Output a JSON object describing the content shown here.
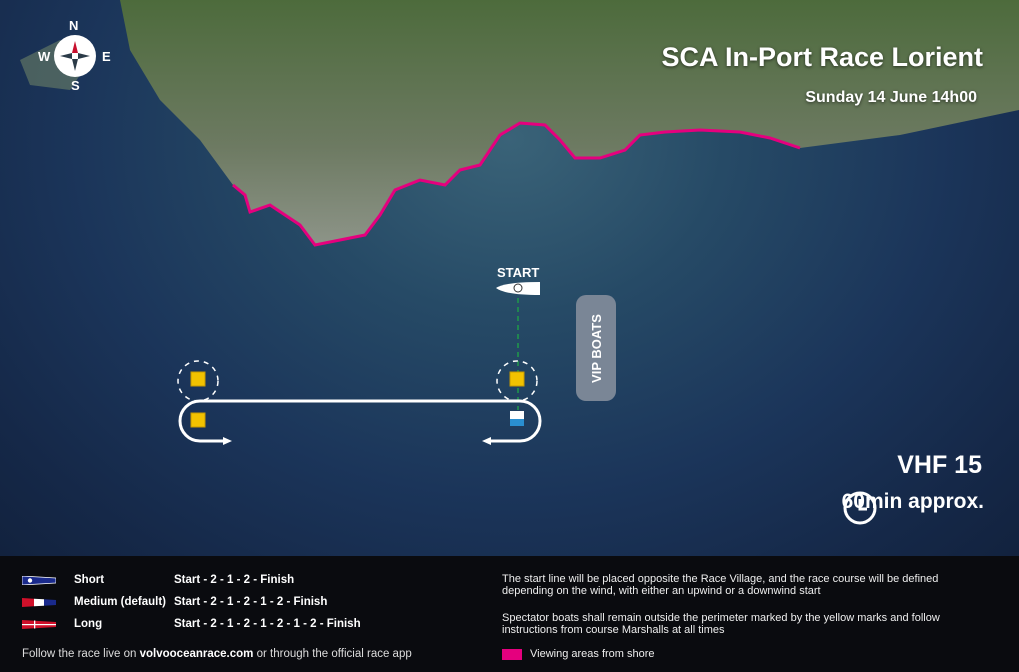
{
  "header": {
    "title": "SCA In-Port Race Lorient",
    "date": "Sunday 14 June 14h00"
  },
  "compass": {
    "n": "N",
    "s": "S",
    "e": "E",
    "w": "W"
  },
  "course": {
    "start_label": "START",
    "vip_label": "VIP BOATS"
  },
  "info": {
    "vhf": "VHF 15",
    "duration": "60min approx."
  },
  "colors": {
    "viewing": "#e5007e",
    "mark": "#f2c200",
    "start_line": "#1f9a4a"
  },
  "legend": {
    "courses": [
      {
        "name": "Short",
        "sequence": "Start - 2 - 1 - 2 - Finish",
        "flag": "blue-pennant"
      },
      {
        "name": "Medium (default)",
        "sequence": "Start - 2 - 1 - 2 - 1 - 2 - Finish",
        "flag": "red-white-blue-pennant"
      },
      {
        "name": "Long",
        "sequence": "Start - 2 - 1 - 2 - 1 - 2 - 1 - 2 - Finish",
        "flag": "red-white-cross-pennant"
      }
    ],
    "follow_prefix": "Follow the race live on ",
    "follow_link": "volvooceanrace.com",
    "follow_suffix": " or through the official race app",
    "note1": "The start line will be placed opposite the Race Village, and the race course will be defined depending on the wind, with either an upwind or a downwind start",
    "note2": "Spectator boats shall remain outside the perimeter marked by the yellow marks and follow instructions from course Marshalls at all times",
    "viewing": "Viewing areas from shore"
  }
}
